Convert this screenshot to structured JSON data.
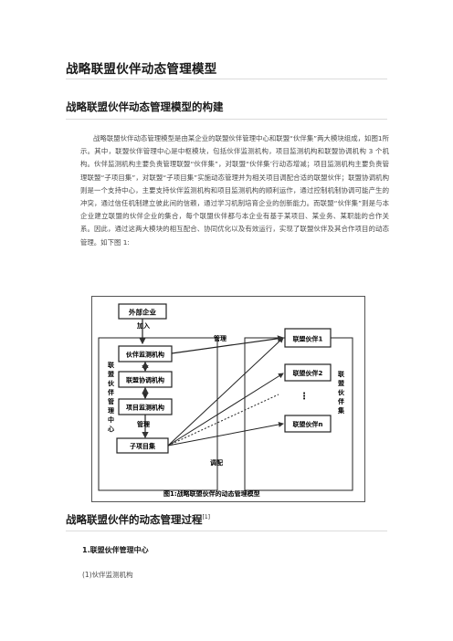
{
  "title": "战略联盟伙伴动态管理模型",
  "section1": {
    "heading": "战略联盟伙伴动态管理模型的构建",
    "paragraph": "战略联盟伙伴动态管理模型是由某企业的联盟伙伴管理中心和联盟“伙伴集”两大模块组成，如图1所示。其中，联盟伙伴管理中心是中枢模块，包括伙伴监测机构，项目监测机构和联盟协调机构 3 个机构。伙伴监测机构主要负责管理联盟“伙伴集”，对联盟“伙伴集’行动态增减；项目监测机构主要负责管理联盟“子项目集”，对联盟“子项目集”实施动态管理并为相关项目调配合适的联盟伙伴；联盟协调机构则是一个支持中心，主要支持伙伴监测机构和项目监测机构的顺利运作，通过控制机制协调可能产生的冲突，通过信任机制建立彼此间的信赖，通过学习机制培育企业的创新能力。而联盟“伙伴集”则是与本企业建立联盟的伙伴企业的集合，每个联盟伙伴都与本企业有基于某项目、某业务、某职能的合作关系。因此，通过这两大模块的相互配合、协同优化以及有效运行，实现了联盟伙伴及其合作项目的动态管理。如下图 1:"
  },
  "figure": {
    "external": "外部企业",
    "join": "加入",
    "center_label": "联盟伙伴管理中心",
    "center_chars": [
      "联",
      "盟",
      "伙",
      "伴",
      "管",
      "理",
      "中",
      "心"
    ],
    "partner_monitor": "伙伴监测机构",
    "alliance_coord": "联盟协调机构",
    "project_monitor": "项目监测机构",
    "manage_v": "管理",
    "subproject": "子项目集",
    "manage_h": "管理",
    "allocate": "调配",
    "partner1": "联盟伙伴1",
    "partner2": "联盟伙伴2",
    "partnern": "联盟伙伴n",
    "ellipsis": "⋮",
    "set_chars": [
      "联",
      "盟",
      "伙",
      "伴",
      "集"
    ],
    "caption": "图1:战略联盟伙伴的动态管理模型"
  },
  "section2": {
    "heading": "战略联盟伙伴的动态管理过程",
    "ref": "[1]",
    "sub1": "1.联盟伙伴管理中心",
    "sub1_1": "(1)伙伴监测机构"
  }
}
